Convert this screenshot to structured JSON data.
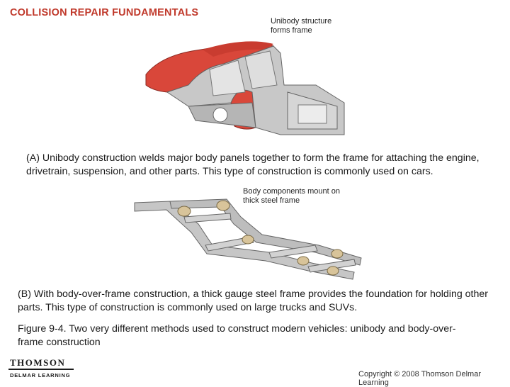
{
  "header": {
    "title": "COLLISION REPAIR FUNDAMENTALS"
  },
  "callouts": {
    "unibody": "Unibody structure forms frame",
    "frame": "Body components mount on thick steel frame"
  },
  "captions": {
    "a": "(A) Unibody construction welds major body panels together to form the frame for attaching the engine, drivetrain, suspension, and other parts.  This type of construction is commonly used on cars.",
    "b": "(B) With body-over-frame construction, a thick gauge steel frame provides the foundation for holding other parts.  This type of construction is commonly used on large trucks and SUVs.",
    "figure": "Figure 9-4.  Two very different methods used to construct modern vehicles:  unibody and body-over-frame construction"
  },
  "logo": {
    "name": "THOMSON",
    "sub": "DELMAR LEARNING"
  },
  "footer": {
    "copyright": "Copyright © 2008 Thomson Delmar Learning"
  },
  "colors": {
    "accent": "#c0392b",
    "body_red": "#d9473a",
    "steel": "#b8b8b8",
    "mount": "#d8c49a"
  }
}
